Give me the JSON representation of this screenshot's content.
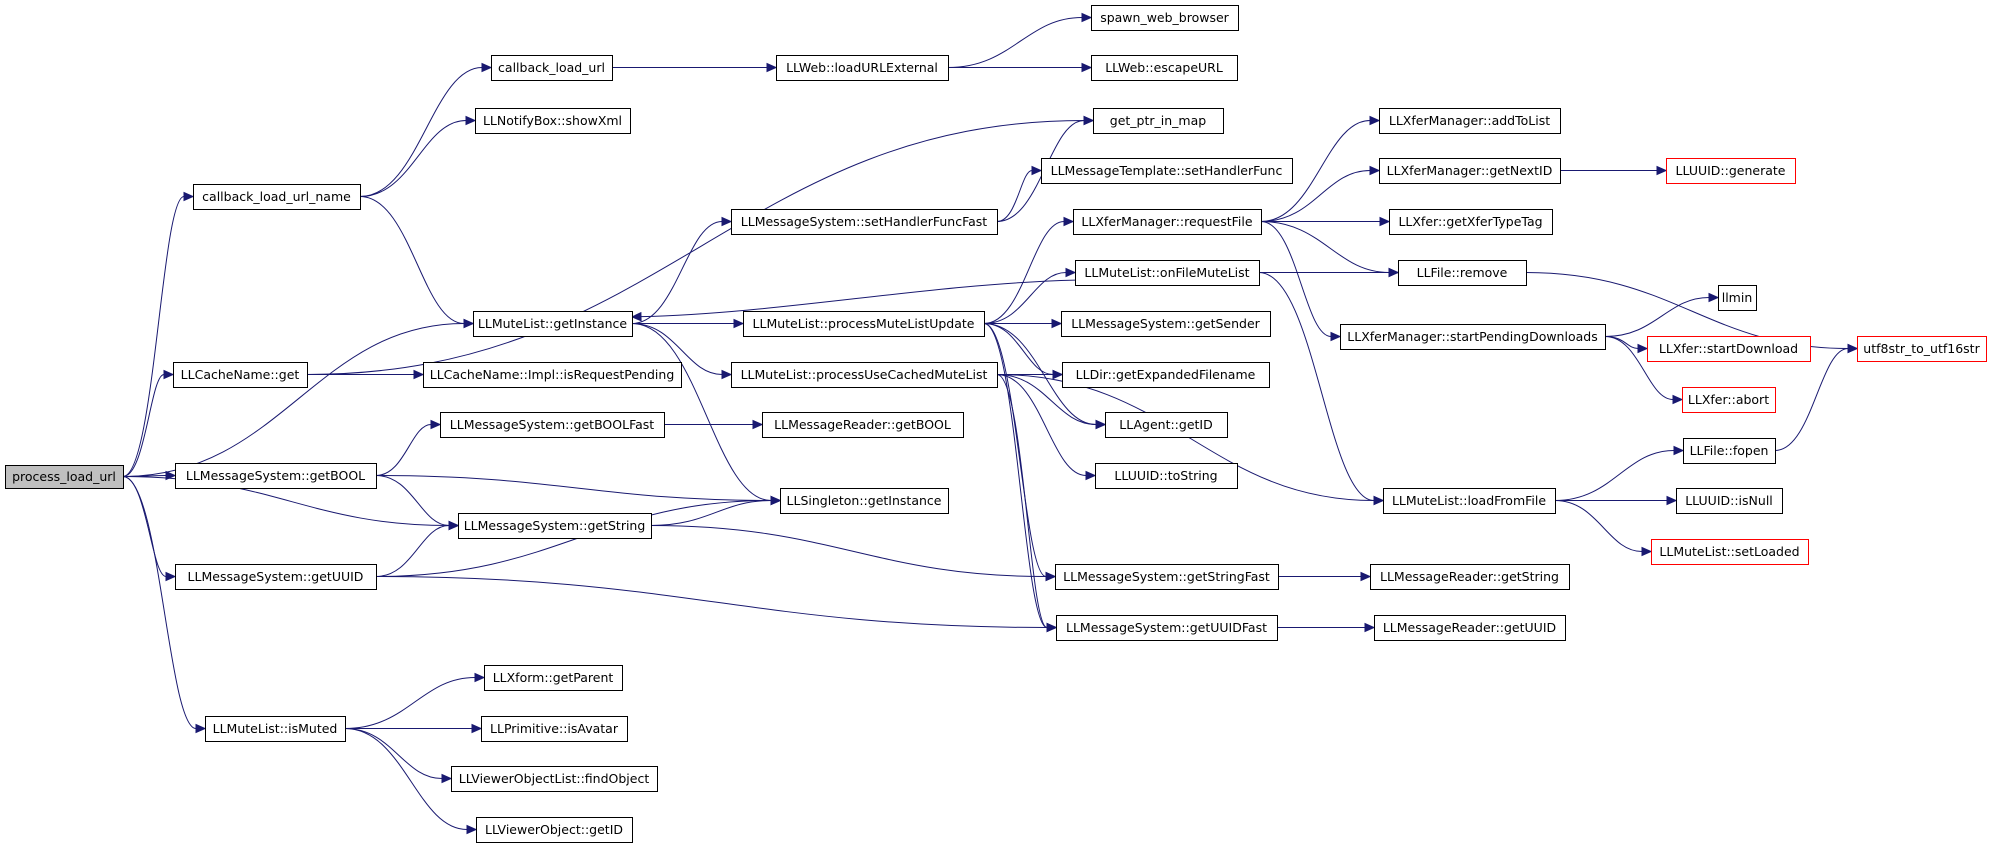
{
  "diagram": {
    "nodes": {
      "process_load_url": {
        "label": "process_load_url",
        "style": "root"
      },
      "callback_load_url": {
        "label": "callback_load_url"
      },
      "LLWeb_loadURLExternal": {
        "label": "LLWeb::loadURLExternal"
      },
      "spawn_web_browser": {
        "label": "spawn_web_browser"
      },
      "LLWeb_escapeURL": {
        "label": "LLWeb::escapeURL"
      },
      "LLNotifyBox_showXml": {
        "label": "LLNotifyBox::showXml"
      },
      "callback_load_url_name": {
        "label": "callback_load_url_name"
      },
      "get_ptr_in_map": {
        "label": "get_ptr_in_map"
      },
      "LLMessageTemplate_setHandlerFunc": {
        "label": "LLMessageTemplate::setHandlerFunc"
      },
      "LLMessageSystem_setHandlerFuncFast": {
        "label": "LLMessageSystem::setHandlerFuncFast"
      },
      "LLXferManager_addToList": {
        "label": "LLXferManager::addToList"
      },
      "LLXferManager_getNextID": {
        "label": "LLXferManager::getNextID"
      },
      "LLUUID_generate": {
        "label": "LLUUID::generate",
        "style": "ext"
      },
      "LLXferManager_requestFile": {
        "label": "LLXferManager::requestFile"
      },
      "LLXfer_getXferTypeTag": {
        "label": "LLXfer::getXferTypeTag"
      },
      "LLMuteList_onFileMuteList": {
        "label": "LLMuteList::onFileMuteList"
      },
      "LLFile_remove": {
        "label": "LLFile::remove"
      },
      "LLMuteList_getInstance": {
        "label": "LLMuteList::getInstance"
      },
      "LLMuteList_processMuteListUpdate": {
        "label": "LLMuteList::processMuteListUpdate"
      },
      "LLMessageSystem_getSender": {
        "label": "LLMessageSystem::getSender"
      },
      "llmin": {
        "label": "llmin"
      },
      "LLXferManager_startPendingDownloads": {
        "label": "LLXferManager::startPendingDownloads"
      },
      "LLXfer_startDownload": {
        "label": "LLXfer::startDownload",
        "style": "ext"
      },
      "utf8str_to_utf16str": {
        "label": "utf8str_to_utf16str",
        "style": "ext"
      },
      "LLCacheName_get": {
        "label": "LLCacheName::get"
      },
      "LLCacheName_Impl_isRequestPending": {
        "label": "LLCacheName::Impl::isRequestPending"
      },
      "LLMuteList_processUseCachedMuteList": {
        "label": "LLMuteList::processUseCachedMuteList"
      },
      "LLDir_getExpandedFilename": {
        "label": "LLDir::getExpandedFilename"
      },
      "LLXfer_abort": {
        "label": "LLXfer::abort",
        "style": "ext"
      },
      "LLMessageSystem_getBOOLFast": {
        "label": "LLMessageSystem::getBOOLFast"
      },
      "LLMessageReader_getBOOL": {
        "label": "LLMessageReader::getBOOL"
      },
      "LLAgent_getID": {
        "label": "LLAgent::getID"
      },
      "LLFile_fopen": {
        "label": "LLFile::fopen"
      },
      "LLMessageSystem_getBOOL": {
        "label": "LLMessageSystem::getBOOL"
      },
      "LLUUID_toString": {
        "label": "LLUUID::toString"
      },
      "LLSingleton_getInstance": {
        "label": "LLSingleton::getInstance"
      },
      "LLMuteList_loadFromFile": {
        "label": "LLMuteList::loadFromFile"
      },
      "LLUUID_isNull": {
        "label": "LLUUID::isNull"
      },
      "LLMessageSystem_getString": {
        "label": "LLMessageSystem::getString"
      },
      "LLMuteList_setLoaded": {
        "label": "LLMuteList::setLoaded",
        "style": "ext"
      },
      "LLMessageSystem_getUUID": {
        "label": "LLMessageSystem::getUUID"
      },
      "LLMessageSystem_getStringFast": {
        "label": "LLMessageSystem::getStringFast"
      },
      "LLMessageReader_getString": {
        "label": "LLMessageReader::getString"
      },
      "LLMessageSystem_getUUIDFast": {
        "label": "LLMessageSystem::getUUIDFast"
      },
      "LLMessageReader_getUUID": {
        "label": "LLMessageReader::getUUID"
      },
      "LLMuteList_isMuted": {
        "label": "LLMuteList::isMuted"
      },
      "LLXform_getParent": {
        "label": "LLXform::getParent"
      },
      "LLPrimitive_isAvatar": {
        "label": "LLPrimitive::isAvatar"
      },
      "LLViewerObjectList_findObject": {
        "label": "LLViewerObjectList::findObject"
      },
      "LLViewerObject_getID": {
        "label": "LLViewerObject::getID"
      }
    },
    "edges": [
      [
        "process_load_url",
        "callback_load_url_name"
      ],
      [
        "process_load_url",
        "LLMuteList_getInstance"
      ],
      [
        "process_load_url",
        "LLCacheName_get"
      ],
      [
        "process_load_url",
        "LLMessageSystem_getBOOL"
      ],
      [
        "process_load_url",
        "LLMessageSystem_getString"
      ],
      [
        "process_load_url",
        "LLMessageSystem_getUUID"
      ],
      [
        "process_load_url",
        "LLMuteList_isMuted"
      ],
      [
        "callback_load_url_name",
        "callback_load_url"
      ],
      [
        "callback_load_url_name",
        "LLNotifyBox_showXml"
      ],
      [
        "callback_load_url_name",
        "LLMuteList_getInstance"
      ],
      [
        "callback_load_url",
        "LLWeb_loadURLExternal"
      ],
      [
        "LLWeb_loadURLExternal",
        "spawn_web_browser"
      ],
      [
        "LLWeb_loadURLExternal",
        "LLWeb_escapeURL"
      ],
      [
        "LLMuteList_getInstance",
        "LLMessageSystem_setHandlerFuncFast"
      ],
      [
        "LLMuteList_getInstance",
        "LLMuteList_processMuteListUpdate"
      ],
      [
        "LLMuteList_getInstance",
        "LLMuteList_processUseCachedMuteList"
      ],
      [
        "LLMuteList_getInstance",
        "LLSingleton_getInstance"
      ],
      [
        "LLMessageSystem_setHandlerFuncFast",
        "get_ptr_in_map"
      ],
      [
        "LLMessageSystem_setHandlerFuncFast",
        "LLMessageTemplate_setHandlerFunc"
      ],
      [
        "LLCacheName_get",
        "get_ptr_in_map"
      ],
      [
        "LLCacheName_get",
        "LLCacheName_Impl_isRequestPending"
      ],
      [
        "LLMuteList_processMuteListUpdate",
        "LLXferManager_requestFile"
      ],
      [
        "LLMuteList_processMuteListUpdate",
        "LLMuteList_onFileMuteList"
      ],
      [
        "LLMuteList_processMuteListUpdate",
        "LLMessageSystem_getSender"
      ],
      [
        "LLMuteList_processMuteListUpdate",
        "LLDir_getExpandedFilename"
      ],
      [
        "LLMuteList_processMuteListUpdate",
        "LLAgent_getID"
      ],
      [
        "LLMuteList_processMuteListUpdate",
        "LLMessageSystem_getStringFast"
      ],
      [
        "LLMuteList_processMuteListUpdate",
        "LLMessageSystem_getUUIDFast"
      ],
      [
        "LLMuteList_processUseCachedMuteList",
        "LLDir_getExpandedFilename"
      ],
      [
        "LLMuteList_processUseCachedMuteList",
        "LLAgent_getID"
      ],
      [
        "LLMuteList_processUseCachedMuteList",
        "LLUUID_toString"
      ],
      [
        "LLMuteList_processUseCachedMuteList",
        "LLMuteList_loadFromFile"
      ],
      [
        "LLMuteList_processUseCachedMuteList",
        "LLMessageSystem_getUUIDFast"
      ],
      [
        "LLMuteList_onFileMuteList",
        "LLMuteList_getInstance"
      ],
      [
        "LLMuteList_onFileMuteList",
        "LLFile_remove"
      ],
      [
        "LLMuteList_onFileMuteList",
        "LLMuteList_loadFromFile"
      ],
      [
        "LLXferManager_requestFile",
        "LLXferManager_addToList"
      ],
      [
        "LLXferManager_requestFile",
        "LLXferManager_getNextID"
      ],
      [
        "LLXferManager_requestFile",
        "LLXfer_getXferTypeTag"
      ],
      [
        "LLXferManager_requestFile",
        "LLFile_remove"
      ],
      [
        "LLXferManager_requestFile",
        "LLXferManager_startPendingDownloads"
      ],
      [
        "LLXferManager_getNextID",
        "LLUUID_generate"
      ],
      [
        "LLXferManager_startPendingDownloads",
        "llmin"
      ],
      [
        "LLXferManager_startPendingDownloads",
        "LLXfer_startDownload"
      ],
      [
        "LLXferManager_startPendingDownloads",
        "LLXfer_abort"
      ],
      [
        "LLFile_remove",
        "utf8str_to_utf16str"
      ],
      [
        "LLMuteList_loadFromFile",
        "LLFile_fopen"
      ],
      [
        "LLMuteList_loadFromFile",
        "LLUUID_isNull"
      ],
      [
        "LLMuteList_loadFromFile",
        "LLMuteList_setLoaded"
      ],
      [
        "LLFile_fopen",
        "utf8str_to_utf16str"
      ],
      [
        "LLMessageSystem_getBOOL",
        "LLMessageSystem_getBOOLFast"
      ],
      [
        "LLMessageSystem_getBOOL",
        "LLSingleton_getInstance"
      ],
      [
        "LLMessageSystem_getBOOL",
        "LLMessageSystem_getString"
      ],
      [
        "LLMessageSystem_getBOOLFast",
        "LLMessageReader_getBOOL"
      ],
      [
        "LLMessageSystem_getString",
        "LLSingleton_getInstance"
      ],
      [
        "LLMessageSystem_getString",
        "LLMessageSystem_getStringFast"
      ],
      [
        "LLMessageSystem_getUUID",
        "LLMessageSystem_getString"
      ],
      [
        "LLMessageSystem_getUUID",
        "LLSingleton_getInstance"
      ],
      [
        "LLMessageSystem_getUUID",
        "LLMessageSystem_getUUIDFast"
      ],
      [
        "LLMessageSystem_getStringFast",
        "LLMessageReader_getString"
      ],
      [
        "LLMessageSystem_getUUIDFast",
        "LLMessageReader_getUUID"
      ],
      [
        "LLMuteList_isMuted",
        "LLXform_getParent"
      ],
      [
        "LLMuteList_isMuted",
        "LLPrimitive_isAvatar"
      ],
      [
        "LLMuteList_isMuted",
        "LLViewerObjectList_findObject"
      ],
      [
        "LLMuteList_isMuted",
        "LLViewerObject_getID"
      ]
    ]
  }
}
